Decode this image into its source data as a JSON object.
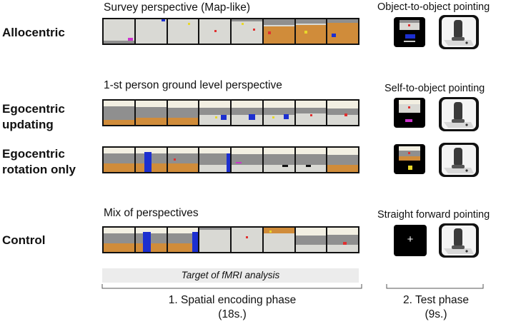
{
  "rows": {
    "allocentric": "Allocentric",
    "egocentric_updating_1": "Egocentric",
    "egocentric_updating_2": "updating",
    "egocentric_rotation_1": "Egocentric",
    "egocentric_rotation_2": "rotation only",
    "control": "Control"
  },
  "headings": {
    "survey": "Survey perspective (Map-like)",
    "first_person": "1-st person ground level perspective",
    "mix": "Mix of perspectives"
  },
  "test_headings": {
    "object_to_object": "Object-to-object pointing",
    "self_to_object": "Self-to-object pointing",
    "straight_forward": "Straight forward pointing"
  },
  "fixation_cross": "+",
  "analysis_band": "Target of fMRI analysis",
  "phases": {
    "encoding_title": "1. Spatial encoding phase",
    "encoding_duration": "(18s.)",
    "test_title": "2. Test phase",
    "test_duration": "(9s.)"
  },
  "colors": {
    "floor_grey": "#d9d9d4",
    "floor_orange": "#d08c3a",
    "wall_grey": "#8f8f8f",
    "sky": "#f2efe2",
    "blue": "#1c2fd0",
    "red": "#e03030",
    "yellow": "#e8d82a",
    "magenta": "#cc33cc"
  }
}
